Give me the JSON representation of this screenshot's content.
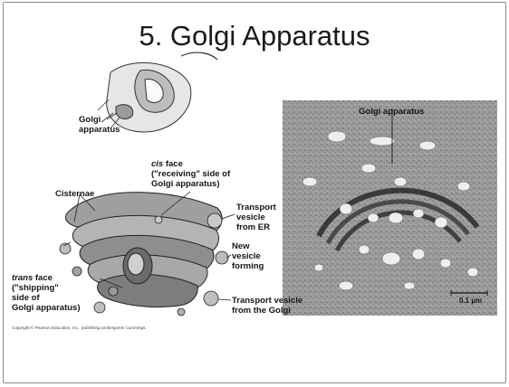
{
  "slide": {
    "title": "5. Golgi Apparatus",
    "copyright": "Copyright © Pearson Education, Inc., publishing as Benjamin Cummings."
  },
  "labels": {
    "golgi_apparatus_overview": [
      "Golgi",
      "apparatus"
    ],
    "cisternae": "Cisternae",
    "cis_face": {
      "italic": "cis",
      "rest": " face",
      "line2": "(\"receiving\" side of",
      "line3": "Golgi apparatus)"
    },
    "transport_vesicle_er": [
      "Transport",
      "vesicle",
      "from ER"
    ],
    "new_vesicle": [
      "New",
      "vesicle",
      "forming"
    ],
    "trans_face": {
      "italic": "trans",
      "rest": " face",
      "line2": "(\"shipping\"",
      "line3": "side of",
      "line4": "Golgi apparatus)"
    },
    "transport_vesicle_golgi": [
      "Transport vesicle",
      "from the Golgi"
    ],
    "micrograph_label": "Golgi apparatus",
    "scale_bar": "0.1 µm"
  }
}
